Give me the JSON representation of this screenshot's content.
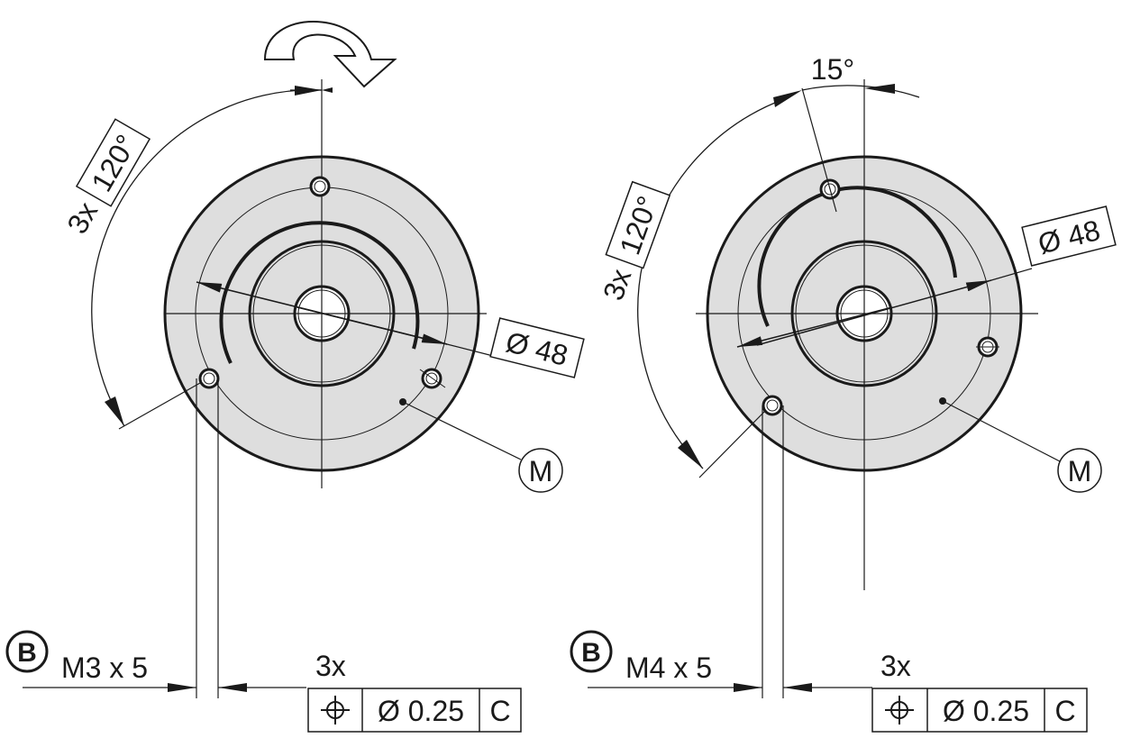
{
  "left_view": {
    "pattern_count": "3x",
    "pattern_angle": "120°",
    "pcd_symbol": "Ø 48",
    "marker": "M",
    "datum": "B",
    "thread_spec": "M3 x 5",
    "fcf_count": "3x",
    "fcf_symbol": "⌖",
    "fcf_tolerance": "Ø 0.25",
    "fcf_datum": "C"
  },
  "right_view": {
    "offset_angle": "15°",
    "pattern_count": "3x",
    "pattern_angle": "120°",
    "pcd_symbol": "Ø 48",
    "marker": "M",
    "datum": "B",
    "thread_spec": "M4 x 5",
    "fcf_count": "3x",
    "fcf_symbol": "⌖",
    "fcf_tolerance": "Ø 0.25",
    "fcf_datum": "C"
  },
  "colors": {
    "line": "#1a1a1a",
    "flange_fill": "#dedede",
    "background": "#ffffff"
  }
}
